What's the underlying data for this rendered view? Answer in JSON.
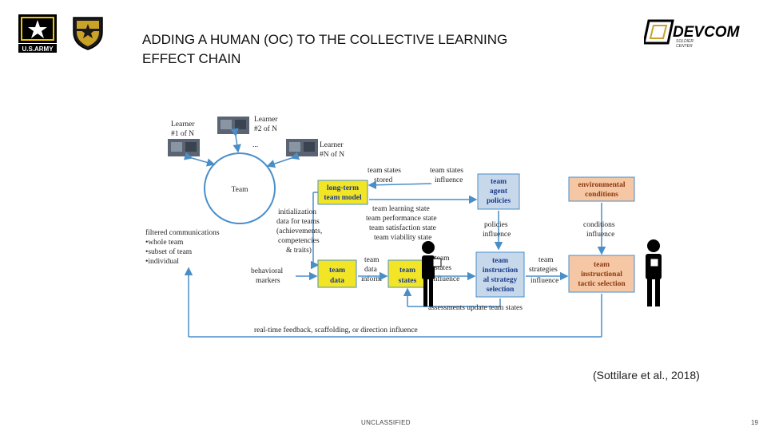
{
  "slide": {
    "title_line1": "ADDING A HUMAN (OC) TO THE COLLECTIVE LEARNING",
    "title_line2": "EFFECT CHAIN",
    "citation": "(Sottilare et al., 2018)",
    "classification": "UNCLASSIFIED",
    "page_number": "19"
  },
  "logos": {
    "army": "U.S.ARMY",
    "devcom": "DEVCOM",
    "devcom_sub1": "SOLDIER",
    "devcom_sub2": "CENTER"
  },
  "diagram": {
    "learner1_a": "Learner",
    "learner1_b": "#1 of N",
    "learner2_a": "Learner",
    "learner2_b": "#2 of N",
    "ellipsis": "...",
    "learnerN_a": "Learner",
    "learnerN_b": "#N of N",
    "team": "Team",
    "team_states_stored_a": "team states",
    "team_states_stored_b": "stored",
    "team_states_influence_a": "team states",
    "team_states_influence_b": "influence",
    "long_term_a": "long-term",
    "long_term_b": "team model",
    "agent_a": "team",
    "agent_b": "agent",
    "agent_c": "policies",
    "env_a": "environmental",
    "env_b": "conditions",
    "states_list": [
      "team learning state",
      "team performance state",
      "team satisfaction state",
      "team viability state"
    ],
    "init_lines": [
      "initialization",
      "data for teams",
      "(achievements,",
      "competencies",
      "& traits)"
    ],
    "filtered_lines": [
      "filtered communications",
      "•whole team",
      "•subset of team",
      "•individual"
    ],
    "policies_influence_a": "policies",
    "policies_influence_b": "influence",
    "conditions_influence_a": "conditions",
    "conditions_influence_b": "influence",
    "behavioral_a": "behavioral",
    "behavioral_b": "markers",
    "team_data_a": "team",
    "team_data_b": "data",
    "team_data_inform_a": "team",
    "team_data_inform_b": "data",
    "team_data_inform_c": "inform",
    "team_states_a": "team",
    "team_states_b": "states",
    "ts_influence_a": "team",
    "ts_influence_b": "states",
    "ts_influence_c": "influence",
    "instr_a": "team",
    "instr_b": "instruction",
    "instr_c": "al strategy",
    "instr_d": "selection",
    "strategies_a": "team",
    "strategies_b": "strategies",
    "strategies_c": "influence",
    "tactic_a": "team",
    "tactic_b": "instructional",
    "tactic_c": "tactic selection",
    "assessments": "assessments  update team states",
    "feedback": "real-time feedback, scaffolding, or direction influence"
  },
  "colors": {
    "yellow_box": "#f2e526",
    "blue_box": "#c6d8ea",
    "orange_box": "#f6c7a4",
    "arrow": "#4a8ec8",
    "text_blue": "#1c3c8c",
    "text_orange": "#8a3a10"
  }
}
